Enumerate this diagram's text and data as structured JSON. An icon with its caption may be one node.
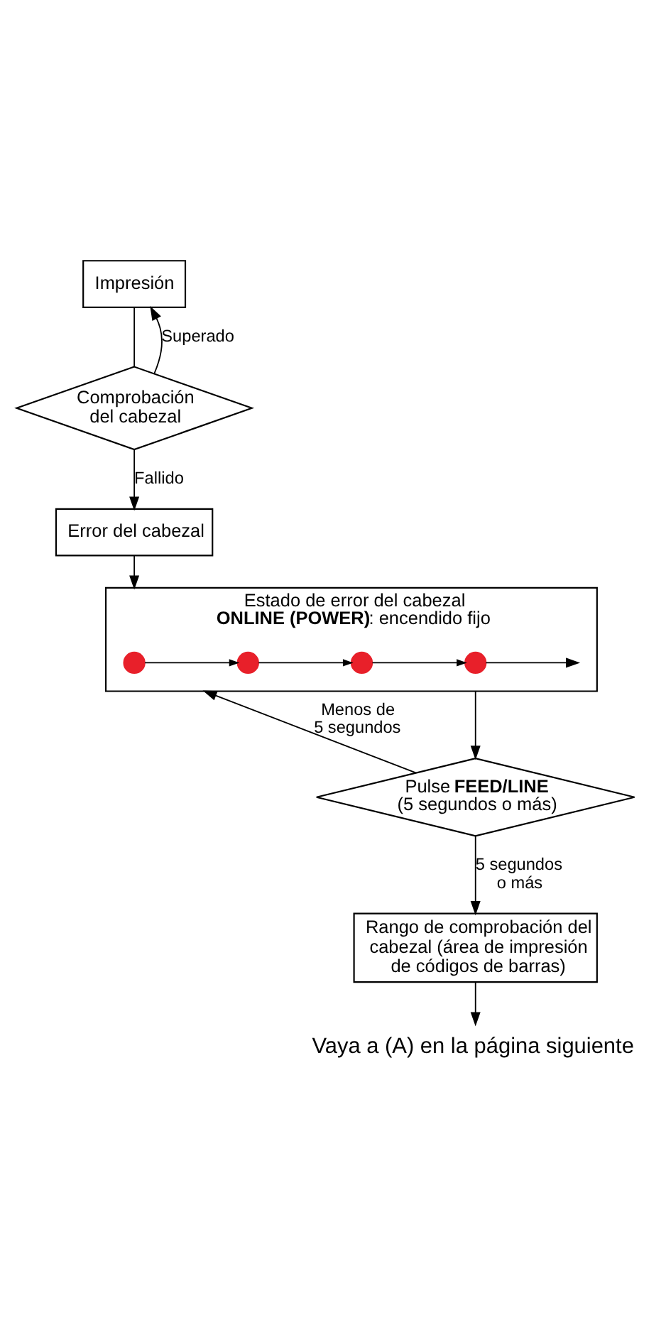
{
  "diagram": {
    "nodes": [
      {
        "text": [
          "Impresión"
        ]
      },
      {
        "text": [
          "Comprobación del cabezal"
        ]
      },
      {
        "text": [
          "Error del cabezal"
        ]
      },
      {
        "text": [
          "Estado de error del cabezal",
          "**ONLINE (POWER)**: encendido fijo"
        ]
      },
      {
        "text": [],
        "shape": "circle",
        "in": 3
      },
      {
        "text": [],
        "shape": "circle",
        "in": 3
      },
      {
        "text": [],
        "shape": "circle",
        "in": 3
      },
      {
        "text": [],
        "shape": "circle",
        "in": 3
      },
      {
        "text": [
          "Pulse **FEED/LINE** (5 segundos o más)"
        ]
      },
      {
        "text": [
          "Rango de comprobación del cabezal (área de impresión de códigos de barras)"
        ]
      },
      {
        "text": [
          "Vaya a (A) en la página siguiente"
        ]
      }
    ],
    "edges": [
      {
        "from": 0,
        "to": 1,
        "arrow": "none"
      },
      {
        "from": 1,
        "to": 0,
        "arrow": "to",
        "label": "Superado"
      },
      {
        "from": 1,
        "to": 2,
        "arrow": "to",
        "label": "Fallido"
      },
      {
        "from": 2,
        "to": 3,
        "arrow": "to"
      },
      {
        "from": 4,
        "to": 5,
        "arrow": "to"
      },
      {
        "from": 5,
        "to": 6,
        "arrow": "to"
      },
      {
        "from": 6,
        "to": 7,
        "arrow": "to"
      },
      {
        "from": 7,
        "to": null,
        "arrow": "to"
      },
      {
        "from": 3,
        "to": 8,
        "arrow": "to"
      },
      {
        "from": 8,
        "to": 3,
        "arrow": "to",
        "label": "Menos de 5 segundos"
      },
      {
        "from": 8,
        "to": 9,
        "arrow": "to",
        "label": "5 segundos o más"
      },
      {
        "from": 9,
        "to": 10,
        "arrow": "to"
      }
    ]
  }
}
